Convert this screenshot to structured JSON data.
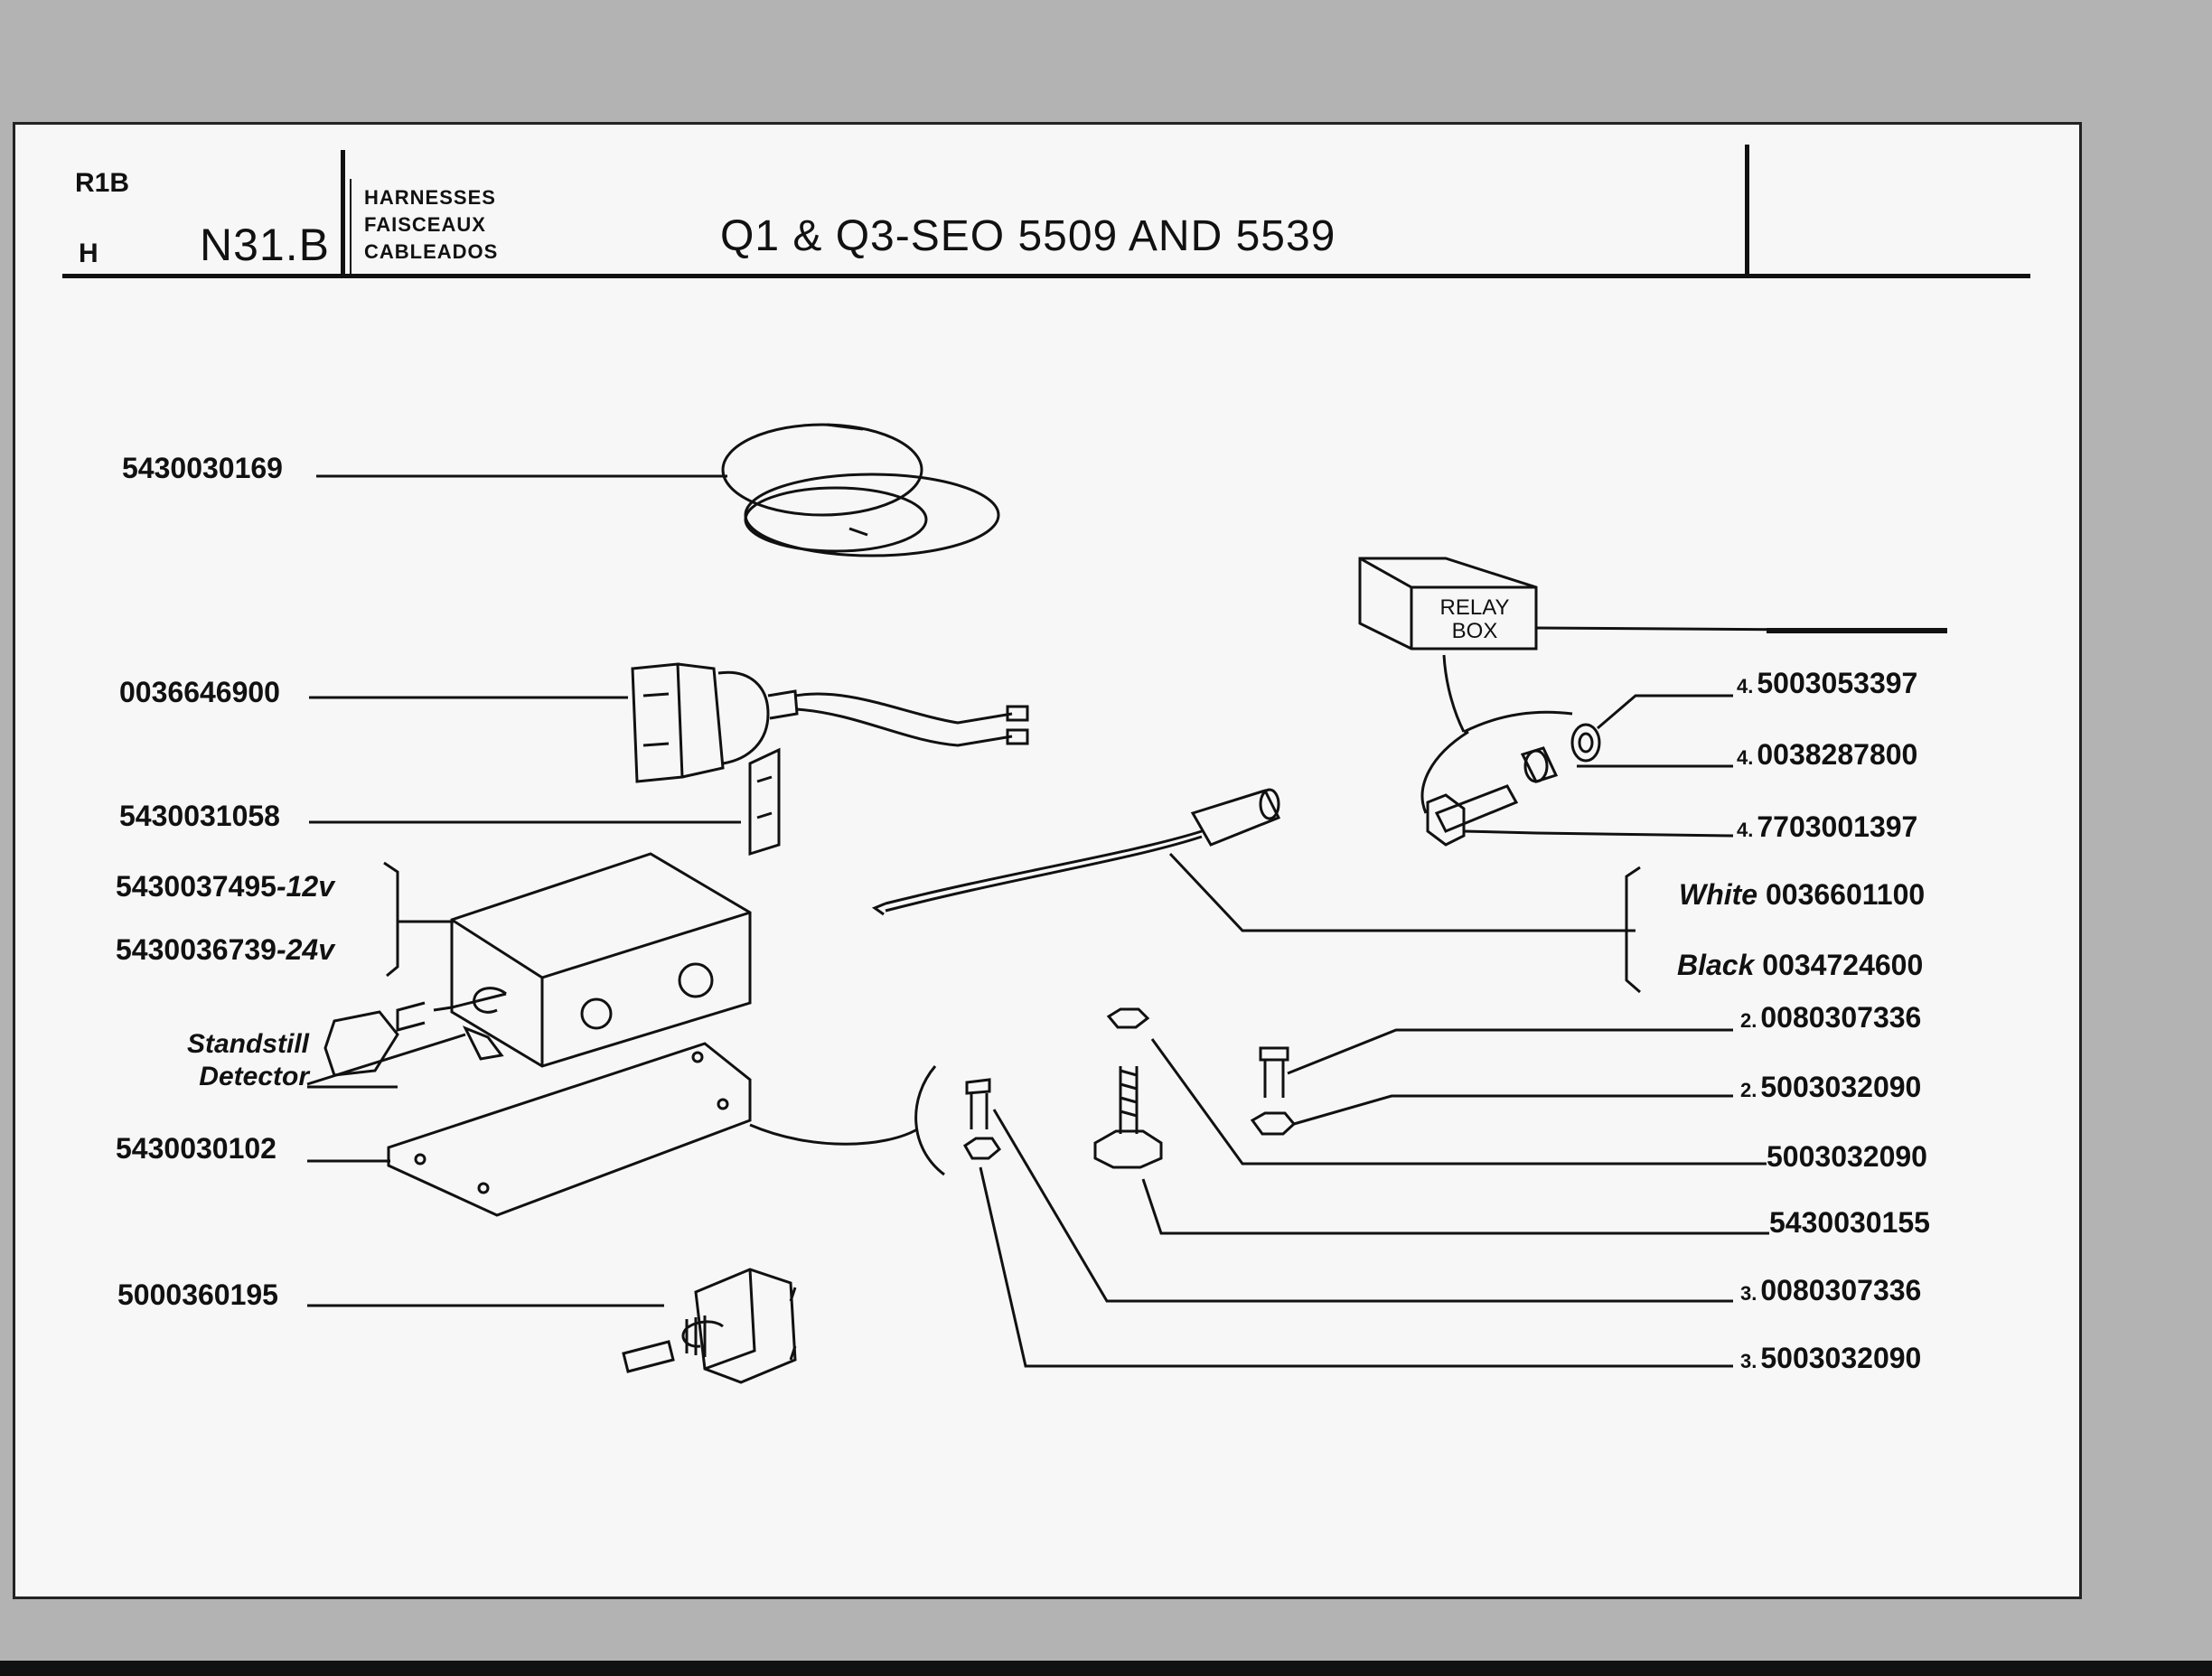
{
  "header": {
    "sheet_code": "R1B",
    "sheet_letter": "H",
    "sheet_ref": "N31.B",
    "section_labels": [
      "HARNESSES",
      "FAISCEAUX",
      "CABLEADOS"
    ],
    "title": "Q1 & Q3-SEO 5509 AND 5539"
  },
  "relay_box": {
    "line1": "RELAY",
    "line2": "BOX"
  },
  "left_parts": {
    "p1": "5430030169",
    "p2": "0036646900",
    "p3": "5430031058",
    "p4": {
      "number": "5430037495",
      "voltage": "-12v"
    },
    "p5": {
      "number": "5430036739",
      "voltage": "-24v"
    },
    "standstill": {
      "line1": "Standstill",
      "line2": "Detector"
    },
    "p6": "5430030102",
    "p7": "5000360195"
  },
  "right_parts": {
    "r1": {
      "qty": "4.",
      "number": "5003053397"
    },
    "r2": {
      "qty": "4.",
      "number": "0038287800"
    },
    "r3": {
      "qty": "4.",
      "number": "7703001397"
    },
    "r4": {
      "color": "White",
      "number": "0036601100"
    },
    "r5": {
      "color": "Black",
      "number": "0034724600"
    },
    "r6": {
      "qty": "2.",
      "number": "0080307336"
    },
    "r7": {
      "qty": "2.",
      "number": "5003032090"
    },
    "r8": {
      "number": "5003032090"
    },
    "r9": {
      "number": "5430030155"
    },
    "r10": {
      "qty": "3.",
      "number": "0080307336"
    },
    "r11": {
      "qty": "3.",
      "number": "5003032090"
    }
  }
}
